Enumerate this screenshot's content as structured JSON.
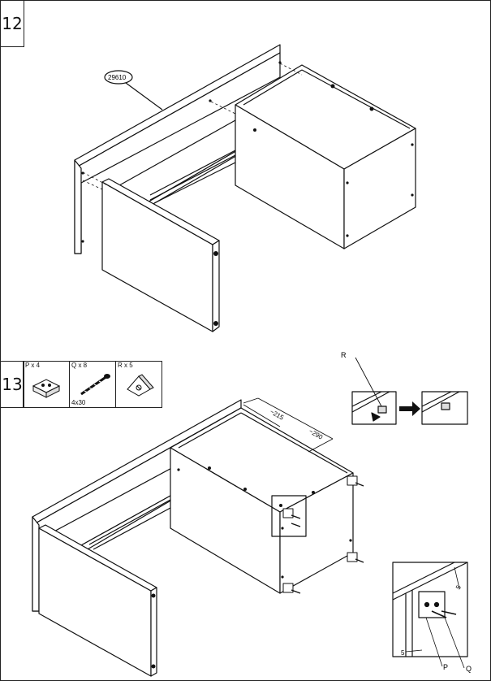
{
  "steps": {
    "step_a": "12",
    "step_b": "13"
  },
  "part_callout": "29610",
  "parts": [
    {
      "label": "P x 4",
      "sub": ""
    },
    {
      "label": "Q x 8",
      "sub": "4x30"
    },
    {
      "label": "R x 5",
      "sub": ""
    }
  ],
  "dimensions": {
    "d1": "~215",
    "d2": "~290"
  },
  "letters": {
    "r": "R",
    "p": "P",
    "q": "Q",
    "five_a": "5",
    "five_b": "5"
  }
}
